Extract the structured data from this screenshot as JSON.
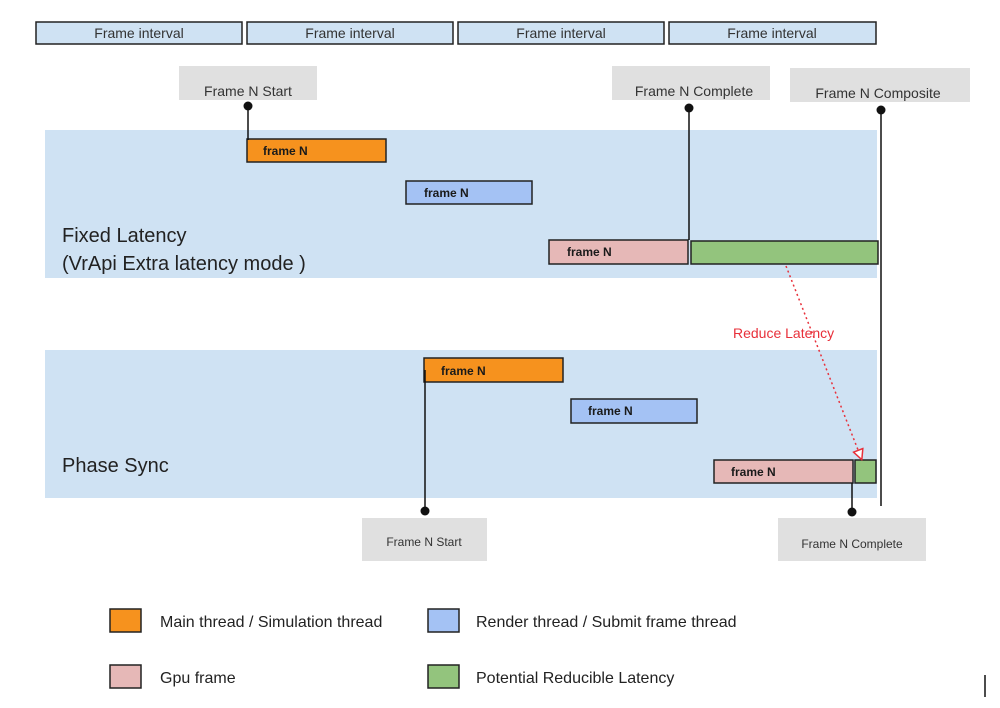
{
  "header": {
    "intervals": [
      "Frame interval",
      "Frame interval",
      "Frame interval",
      "Frame interval"
    ]
  },
  "markers": {
    "top_start": "Frame N Start",
    "top_complete": "Frame N Complete",
    "top_composite": "Frame N Composite",
    "bottom_start": "Frame N Start",
    "bottom_complete": "Frame N Complete"
  },
  "sections": {
    "fixed": {
      "title_line1": "Fixed Latency",
      "title_line2": "(VrApi Extra latency mode )"
    },
    "phase": {
      "title": "Phase Sync"
    }
  },
  "bars": {
    "fixed_main": "frame N",
    "fixed_render": "frame N",
    "fixed_gpu": "frame N",
    "phase_main": "frame N",
    "phase_render": "frame N",
    "phase_gpu": "frame N"
  },
  "annotation": {
    "reduce": "Reduce Latency"
  },
  "legend": {
    "main": "Main thread / Simulation thread",
    "render": "Render thread / Submit frame thread",
    "gpu": "Gpu frame",
    "latency": "Potential Reducible  Latency"
  },
  "colors": {
    "interval_fill": "#cfe2f3",
    "section_bg": "#cfe2f3",
    "main_thread": "#f6921e",
    "render_thread": "#a4c2f4",
    "gpu_frame": "#e6b8b7",
    "reducible_latency": "#93c47d",
    "marker_box": "#e0e0e0",
    "annotation": "#e8303a"
  }
}
